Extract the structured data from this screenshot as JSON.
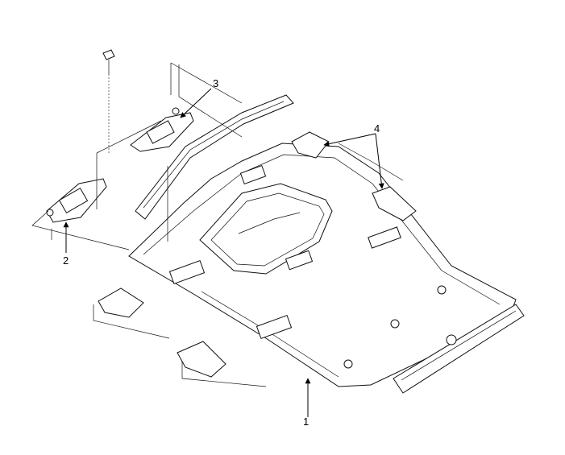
{
  "callouts": [
    {
      "id": "1",
      "text": "1"
    },
    {
      "id": "2",
      "text": "2"
    },
    {
      "id": "3",
      "text": "3"
    },
    {
      "id": "4",
      "text": "4"
    }
  ],
  "colors": {
    "line": "#111111",
    "background": "#ffffff"
  }
}
